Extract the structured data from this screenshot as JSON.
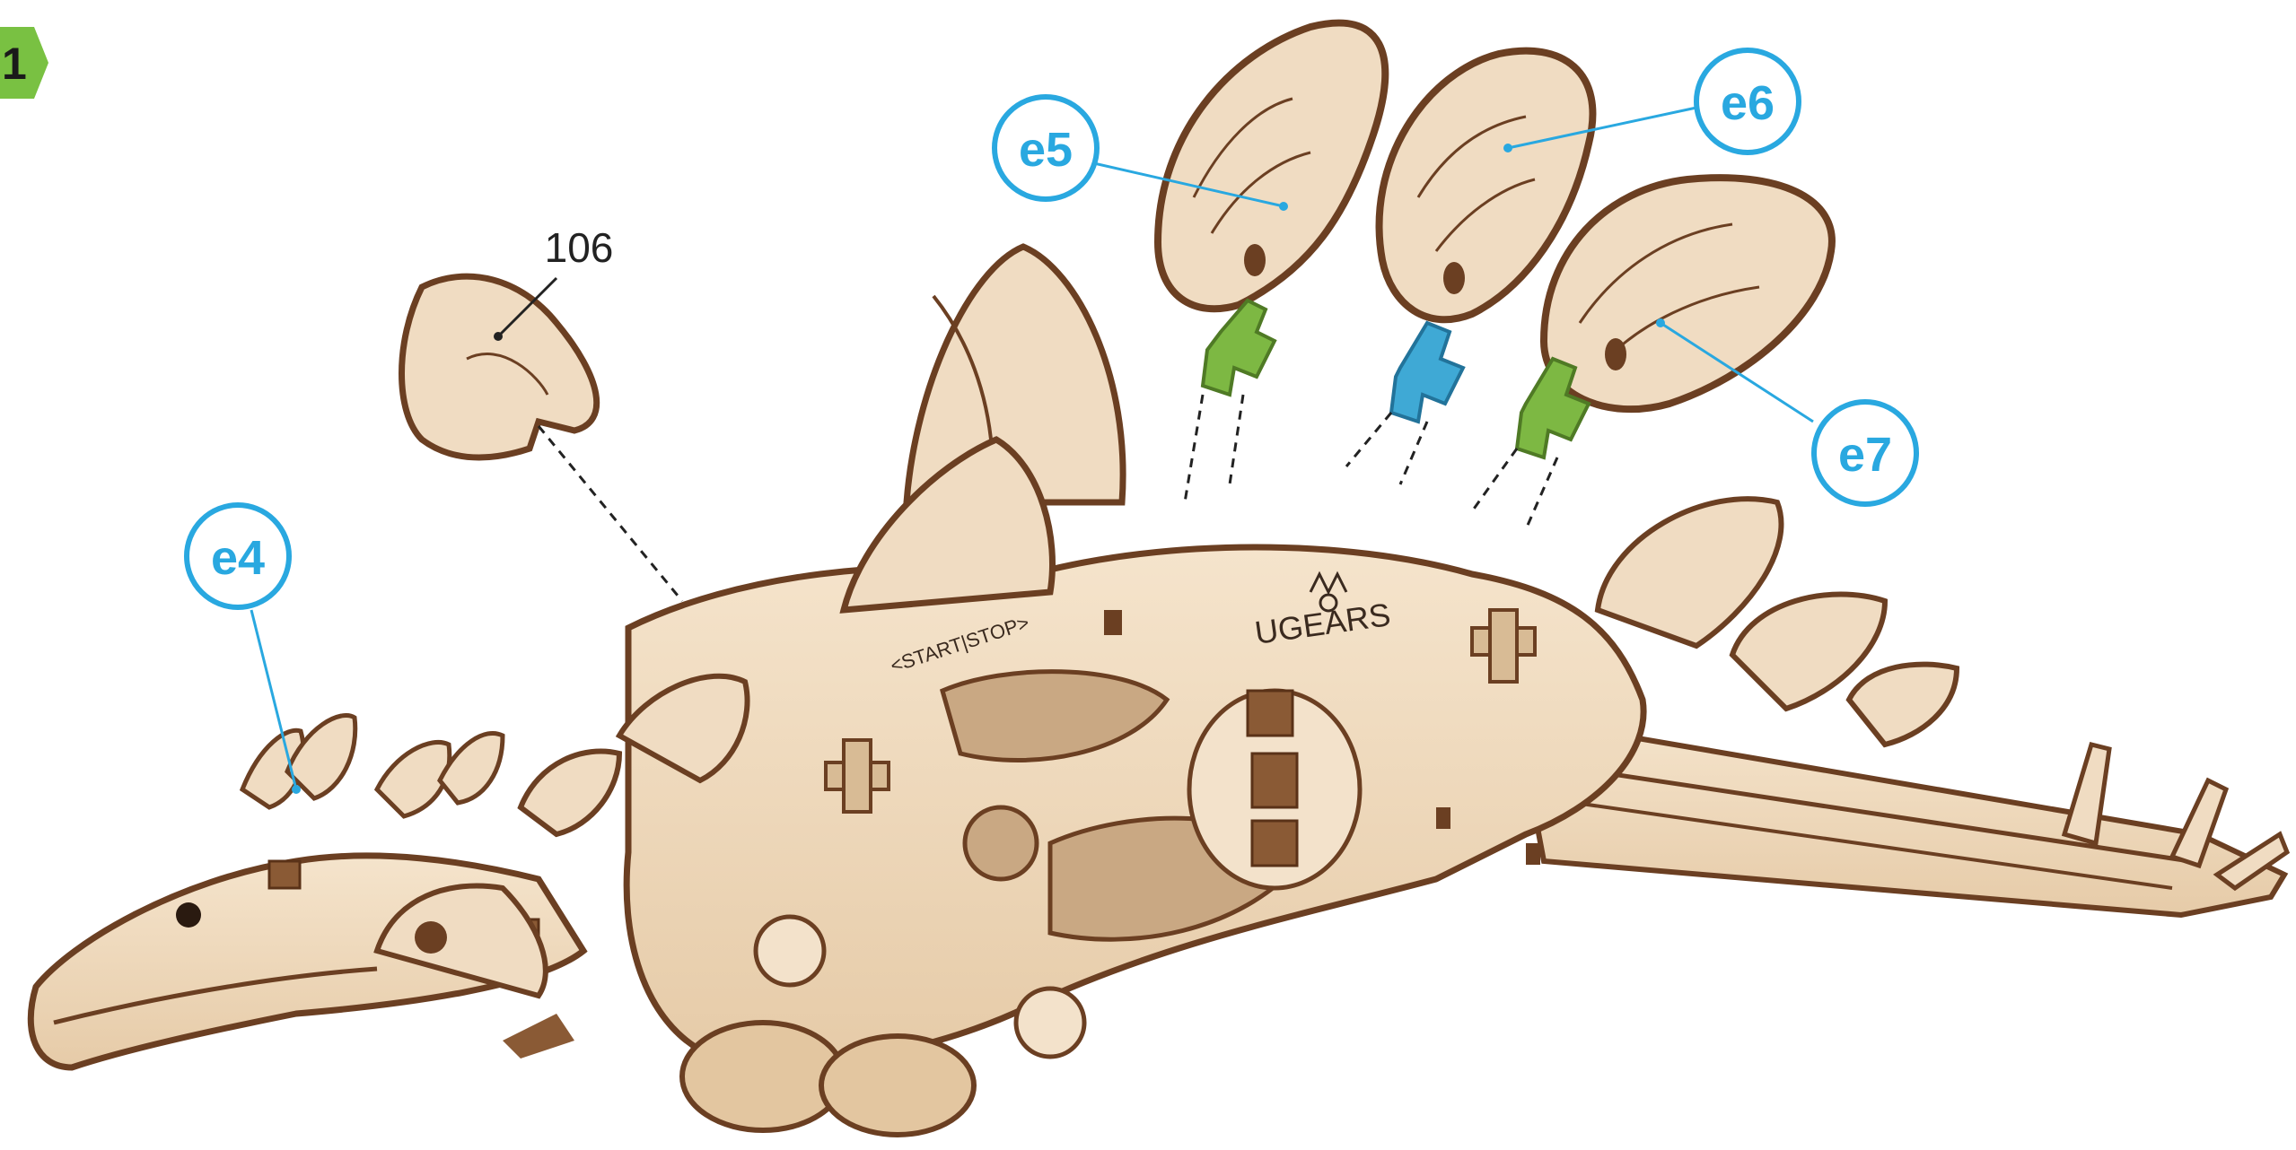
{
  "step": {
    "number": "1"
  },
  "callouts": {
    "e4": "e4",
    "e5": "e5",
    "e6": "e6",
    "e7": "e7"
  },
  "parts": {
    "p106": "106"
  },
  "colors": {
    "wood": "#f0dcc2",
    "wood_edge": "#6b3f22",
    "callout_blue": "#29a8e0",
    "connector_green": "#7db843",
    "connector_blue": "#3fa9d5",
    "step_badge_green": "#79c142"
  },
  "logo": {
    "brand": "UGEARS",
    "label": "<START|STOP>"
  }
}
